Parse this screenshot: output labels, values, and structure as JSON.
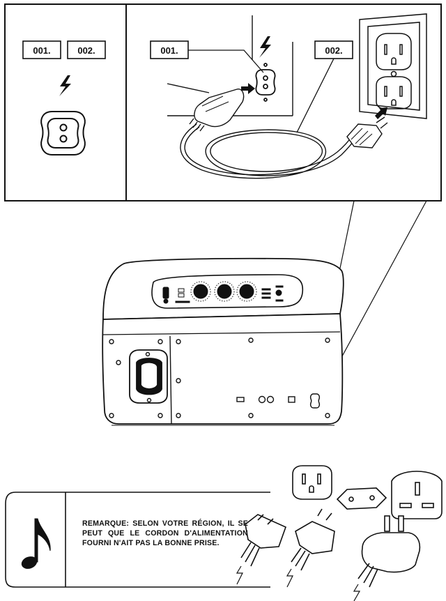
{
  "panel_left": {
    "label_1": "001.",
    "label_2": "002."
  },
  "panel_right": {
    "label_1": "001.",
    "label_2": "002."
  },
  "note": {
    "text": "REMARQUE: SELON VOTRE RÉGION, IL SE PEUT QUE LE CORDON D'ALIMENTATION FOURNI N'AIT PAS LA BONNE PRISE."
  },
  "icons": {
    "power": "lightning-bolt-icon",
    "inlet": "figure-eight-inlet-icon",
    "note": "music-note-icon",
    "plugs": [
      "us-plug-icon",
      "eu-plug-icon",
      "uk-plug-icon"
    ]
  }
}
